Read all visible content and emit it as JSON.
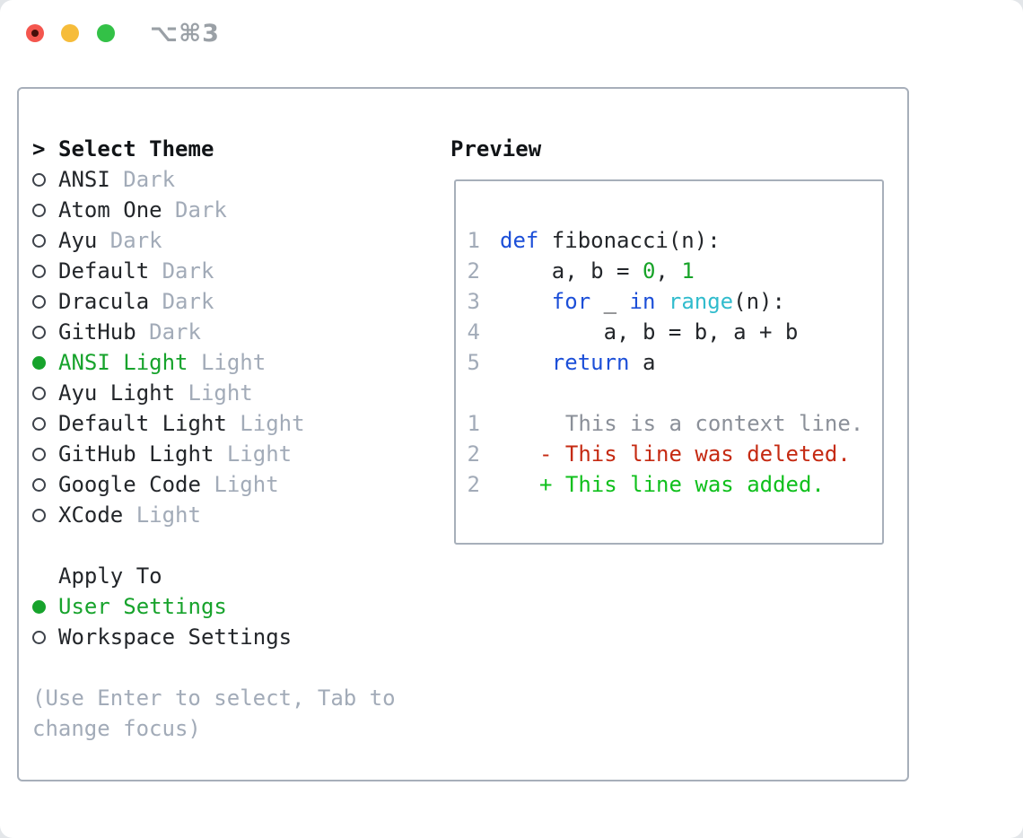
{
  "window": {
    "shortcut": "⌥⌘3",
    "traffic_lights": [
      "close",
      "minimize",
      "zoom"
    ]
  },
  "theme_panel": {
    "header": {
      "prefix": ">",
      "label": "Select Theme"
    },
    "themes": [
      {
        "name": "ANSI",
        "variant": "Dark",
        "selected": false
      },
      {
        "name": "Atom One",
        "variant": "Dark",
        "selected": false
      },
      {
        "name": "Ayu",
        "variant": "Dark",
        "selected": false
      },
      {
        "name": "Default",
        "variant": "Dark",
        "selected": false
      },
      {
        "name": "Dracula",
        "variant": "Dark",
        "selected": false
      },
      {
        "name": "GitHub",
        "variant": "Dark",
        "selected": false
      },
      {
        "name": "ANSI Light",
        "variant": "Light",
        "selected": true
      },
      {
        "name": "Ayu Light",
        "variant": "Light",
        "selected": false
      },
      {
        "name": "Default Light",
        "variant": "Light",
        "selected": false
      },
      {
        "name": "GitHub Light",
        "variant": "Light",
        "selected": false
      },
      {
        "name": "Google Code",
        "variant": "Light",
        "selected": false
      },
      {
        "name": "XCode",
        "variant": "Light",
        "selected": false
      }
    ],
    "apply_to": {
      "label": "Apply To",
      "options": [
        {
          "name": "User Settings",
          "selected": true
        },
        {
          "name": "Workspace Settings",
          "selected": false
        }
      ]
    },
    "hint_lines": [
      "(Use Enter to select, Tab to",
      "change focus)"
    ]
  },
  "preview": {
    "title": "Preview",
    "code_lines": [
      {
        "num": "1",
        "segments": [
          [
            "def",
            "kw"
          ],
          [
            " fibonacci(n):",
            "fg"
          ]
        ]
      },
      {
        "num": "2",
        "segments": [
          [
            "    a, b = ",
            "fg"
          ],
          [
            "0",
            "num"
          ],
          [
            ", ",
            "fg"
          ],
          [
            "1",
            "num"
          ]
        ]
      },
      {
        "num": "3",
        "segments": [
          [
            "    ",
            "fg"
          ],
          [
            "for",
            "kw"
          ],
          [
            " _ ",
            "fg"
          ],
          [
            "in",
            "kw"
          ],
          [
            " ",
            "fg"
          ],
          [
            "range",
            "fn"
          ],
          [
            "(n):",
            "fg"
          ]
        ]
      },
      {
        "num": "4",
        "segments": [
          [
            "        a, b = b, a + b",
            "fg"
          ]
        ]
      },
      {
        "num": "5",
        "segments": [
          [
            "    ",
            "fg"
          ],
          [
            "return",
            "kw"
          ],
          [
            " a",
            "fg"
          ]
        ]
      }
    ],
    "diff_lines": [
      {
        "num": "1",
        "marker": " ",
        "text": "This is a context line.",
        "type": "context"
      },
      {
        "num": "2",
        "marker": "-",
        "text": "This line was deleted.",
        "type": "deleted"
      },
      {
        "num": "2",
        "marker": "+",
        "text": "This line was added.",
        "type": "added"
      }
    ]
  },
  "colors": {
    "keyword_blue": "#1c4fd8",
    "function_cyan": "#31bccd",
    "number_green": "#17a328",
    "code_fg": "#23262a",
    "gutter_gray": "#a2abb8",
    "context_gray": "#8b9099",
    "deleted_red": "#c52a12",
    "added_green": "#10c01d",
    "selected_green": "#17a32c",
    "muted_gray": "#a2abb8",
    "border_gray": "#a7afba",
    "traffic_red": "#f4564e",
    "traffic_yellow": "#f6bc3a",
    "traffic_green": "#33c147"
  }
}
